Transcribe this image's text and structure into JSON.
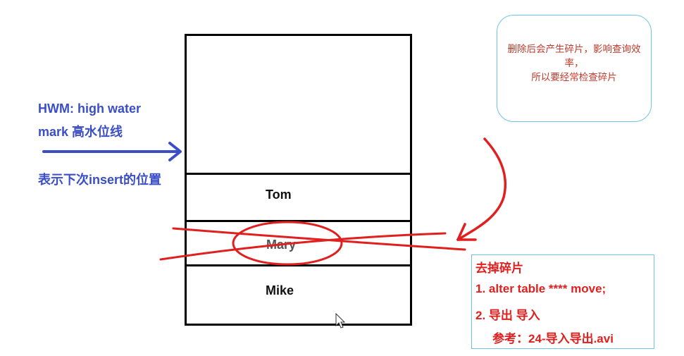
{
  "hwm": {
    "line1": "HWM: high water",
    "line2": "mark 高水位线",
    "line3": "表示下次insert的位置"
  },
  "rows": {
    "tom": "Tom",
    "mary": "Mary",
    "mike": "Mike"
  },
  "note": {
    "text": "删除后会产生碎片，影响查询效率，\n所以要经常检查碎片"
  },
  "fix": {
    "title": "去掉碎片",
    "step1": "1. alter table **** move;",
    "step2": "2. 导出 导入",
    "ref": "参考：24-导入导出.avi"
  },
  "colors": {
    "hwm_blue": "#3a4ec8",
    "annotation_red": "#e0201f",
    "box_border": "#6fc3e6"
  }
}
